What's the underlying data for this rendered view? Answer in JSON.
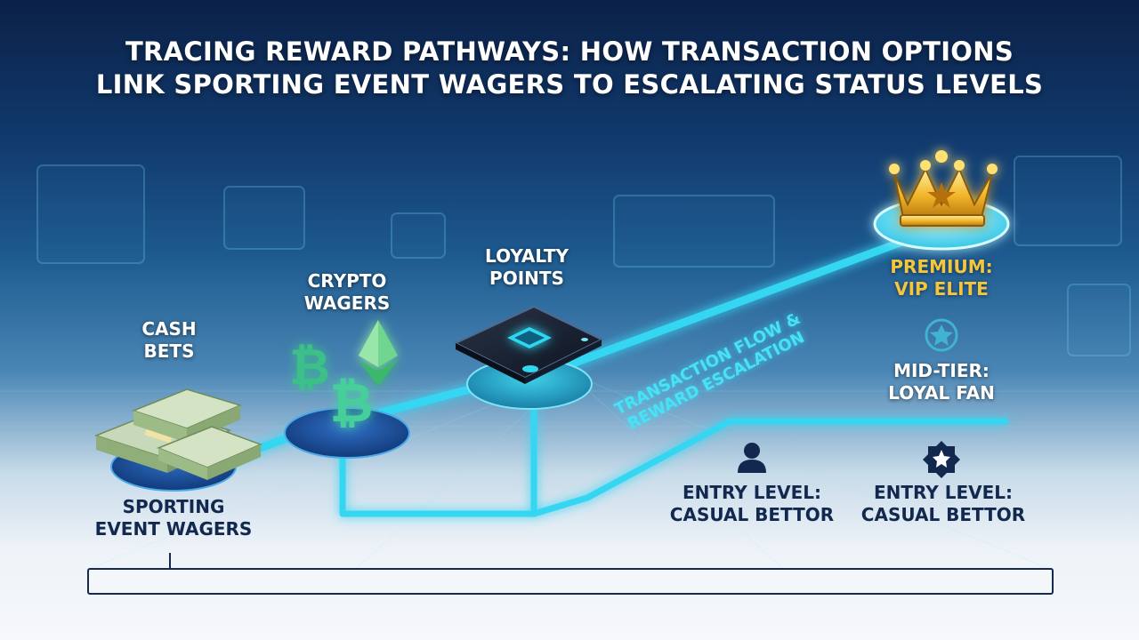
{
  "title": {
    "line1": "TRACING REWARD PATHWAYS: HOW TRANSACTION OPTIONS",
    "line2": "LINK SPORTING EVENT WAGERS TO ESCALATING STATUS LEVELS"
  },
  "nodes": {
    "cash": {
      "line1": "CASH",
      "line2": "BETS"
    },
    "crypto": {
      "line1": "CRYPTO",
      "line2": "WAGERS"
    },
    "loyalty": {
      "line1": "LOYALTY",
      "line2": "POINTS"
    },
    "sporting": {
      "line1": "SPORTING",
      "line2": "EVENT WAGERS"
    }
  },
  "flow_label": {
    "line1": "TRANSACTION FLOW &",
    "line2": "REWARD ESCALATION"
  },
  "tiers": {
    "premium": {
      "line1": "PREMIUM:",
      "line2": "VIP ELITE"
    },
    "mid": {
      "line1": "MID-TIER:",
      "line2": "LOYAL FAN"
    },
    "entry_a": {
      "line1": "ENTRY LEVEL:",
      "line2": "CASUAL BETTOR"
    },
    "entry_b": {
      "line1": "ENTRY LEVEL:",
      "line2": "CASUAL BETTOR"
    }
  },
  "colors": {
    "flow": "#34d6f2",
    "node": "#1b4f9c",
    "gold": "#f3c63d",
    "navy": "#12284f"
  },
  "icons": [
    "money-stack-icon",
    "bitcoin-icon",
    "ethereum-icon",
    "chip-card-icon",
    "crown-icon",
    "star-badge-icon",
    "user-icon",
    "dark-star-badge-icon"
  ]
}
